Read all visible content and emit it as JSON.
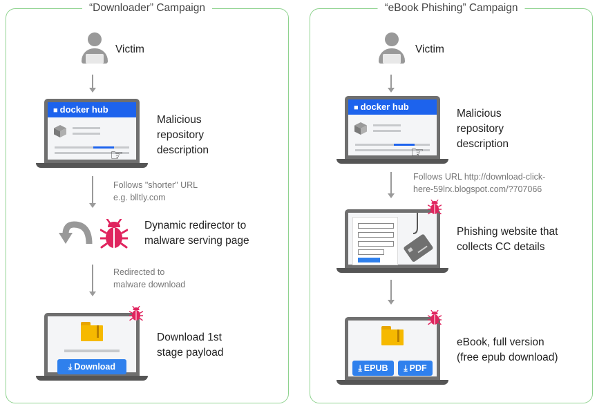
{
  "left_panel": {
    "title": "“Downloader” Campaign",
    "victim_label": "Victim",
    "repo_label": "Malicious\nrepository\ndescription",
    "dockerhub_logo": "docker hub",
    "url_note": "Follows \"shorter\" URL\ne.g. blltly.com",
    "redirector_label": "Dynamic redirector to\nmalware serving page",
    "redirect_note": "Redirected to\nmalware download",
    "download_label": "Download 1st\nstage payload",
    "download_button": "Download"
  },
  "right_panel": {
    "title": "“eBook Phishing” Campaign",
    "victim_label": "Victim",
    "repo_label": "Malicious\nrepository\ndescription",
    "dockerhub_logo": "docker hub",
    "url_note": "Follows URL http://download-click-\nhere-59lrx.blogspot.com/?707066",
    "phishing_label": "Phishing website that\ncollects CC details",
    "ebook_label": "eBook, full version\n(free epub download)",
    "epub_button": "EPUB",
    "pdf_button": "PDF"
  },
  "colors": {
    "panel_border": "#8ed28e",
    "docker_blue": "#1d63ed",
    "malware_red": "#e0245e",
    "button_blue": "#2f80ed",
    "folder_yellow": "#f6b900"
  }
}
